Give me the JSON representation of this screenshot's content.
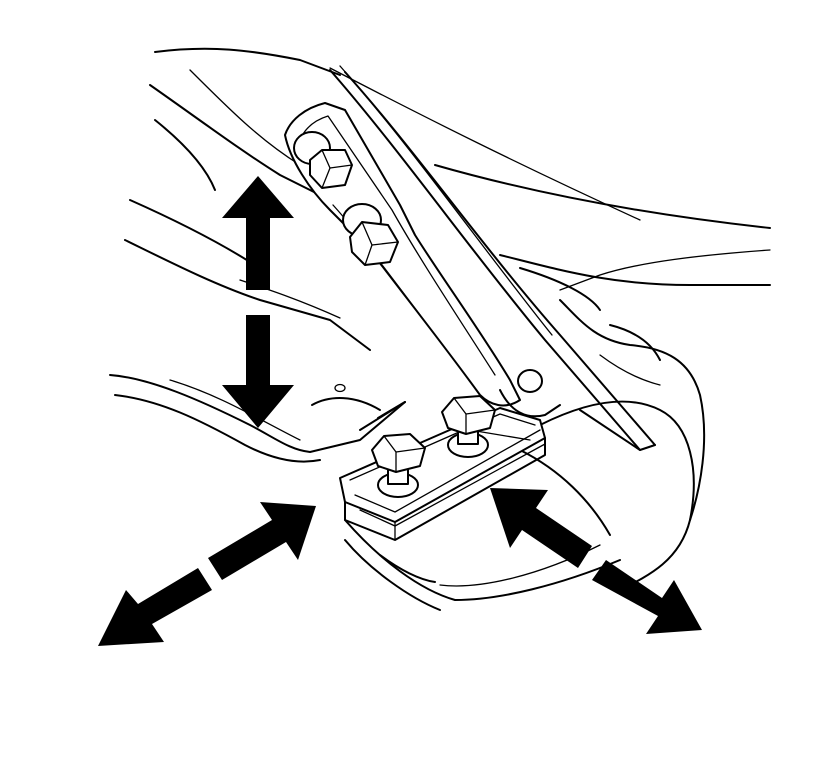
{
  "colors": {
    "ink": "#000000",
    "paper": "#ffffff"
  },
  "diagram": {
    "type": "hood-hinge-adjustment",
    "arrows": [
      {
        "name": "vertical-adjust-arrow",
        "direction": "up-down"
      },
      {
        "name": "lateral-adjust-arrow-left",
        "direction": "diagonal-up-right-down-left"
      },
      {
        "name": "lateral-adjust-arrow-right",
        "direction": "diagonal-up-left-down-right"
      }
    ],
    "bolts": [
      {
        "name": "hinge-upper-bolt-1"
      },
      {
        "name": "hinge-upper-bolt-2"
      },
      {
        "name": "hinge-base-bolt-1"
      },
      {
        "name": "hinge-base-bolt-2"
      }
    ]
  }
}
